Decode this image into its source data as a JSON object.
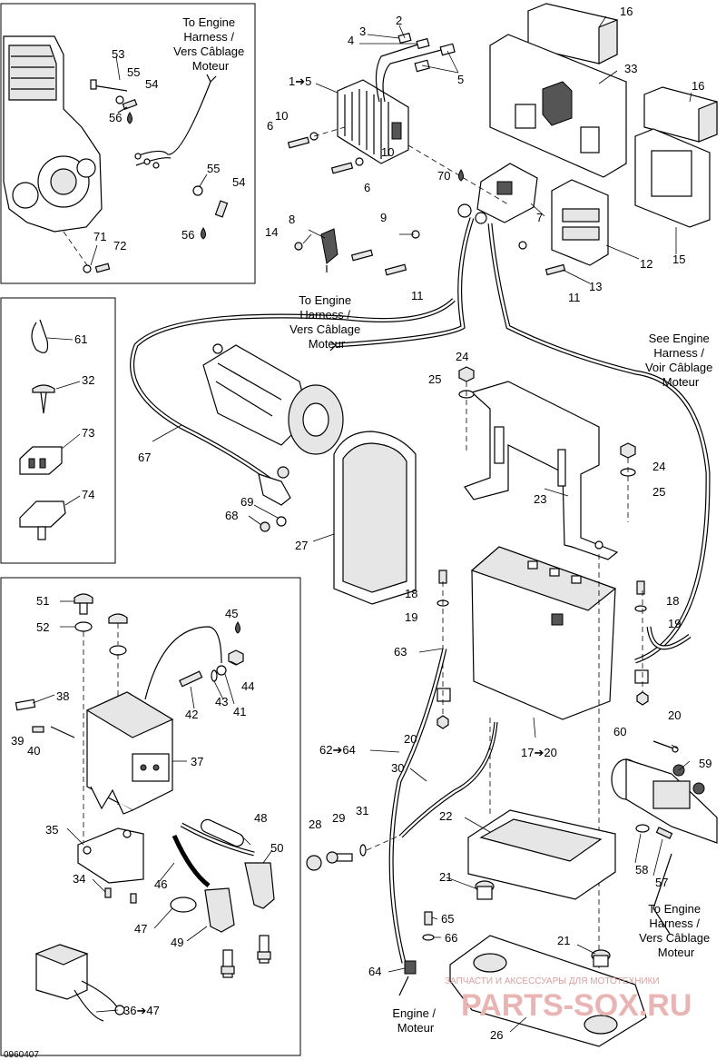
{
  "diagram_code": "0960407",
  "watermark": {
    "tagline": "ЗАПЧАСТИ И АКСЕССУАРЫ ДЛЯ МОТОТЕХНИКИ",
    "brand": "PARTS-SOX.RU"
  },
  "notes": {
    "to_engine_harness_top": [
      "To Engine",
      "Harness /",
      "Vers Câblage",
      "Moteur"
    ],
    "to_engine_harness_mid": [
      "To Engine",
      "Harness /",
      "Vers Câblage",
      "Moteur"
    ],
    "see_engine_harness": [
      "See Engine",
      "Harness /",
      "Voir Câblage",
      "Moteur"
    ],
    "to_engine_harness_bottom": [
      "To Engine",
      "Harness /",
      "Vers Câblage",
      "Moteur"
    ],
    "engine_moteur": [
      "Engine /",
      "Moteur"
    ]
  },
  "callouts": {
    "c16a": "16",
    "c16b": "16",
    "c2": "2",
    "c3": "3",
    "c4": "4",
    "c1to5": "1➔5",
    "c5": "5",
    "c33": "33",
    "c10a": "10",
    "c6a": "6",
    "c10b": "10",
    "c6b": "6",
    "c70": "70",
    "c9": "9",
    "c7": "7",
    "c8": "8",
    "c14": "14",
    "c11a": "11",
    "c12": "12",
    "c15": "15",
    "c13": "13",
    "c11b": "11",
    "c53": "53",
    "c55a": "55",
    "c54a": "54",
    "c56a": "56",
    "c55b": "55",
    "c54b": "54",
    "c56b": "56",
    "c71": "71",
    "c72": "72",
    "c61": "61",
    "c32": "32",
    "c73": "73",
    "c74": "74",
    "c24a": "24",
    "c25a": "25",
    "c67": "67",
    "c24b": "24",
    "c25b": "25",
    "c23": "23",
    "c69": "69",
    "c68": "68",
    "c27": "27",
    "c18a": "18",
    "c19a": "19",
    "c18b": "18",
    "c19b": "19",
    "c63": "63",
    "c20a": "20",
    "c20b": "20",
    "c62to64": "62➔64",
    "c17to20": "17➔20",
    "c30": "30",
    "c60": "60",
    "c59": "59",
    "c22": "22",
    "c28": "28",
    "c29": "29",
    "c31": "31",
    "c58": "58",
    "c57": "57",
    "c21a": "21",
    "c65": "65",
    "c66": "66",
    "c21b": "21",
    "c64": "64",
    "c26": "26",
    "c51": "51",
    "c52": "52",
    "c45": "45",
    "c44": "44",
    "c43": "43",
    "c42": "42",
    "c41": "41",
    "c38": "38",
    "c39": "39",
    "c40": "40",
    "c37": "37",
    "c48": "48",
    "c35": "35",
    "c50": "50",
    "c46": "46",
    "c34": "34",
    "c47": "47",
    "c49": "49",
    "c36to47": "36➔47"
  }
}
